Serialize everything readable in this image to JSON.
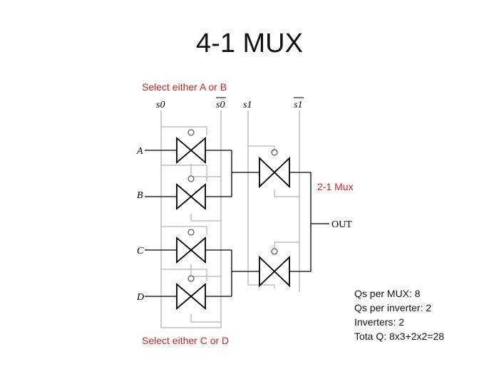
{
  "slide": {
    "title": "4-1 MUX",
    "select_ab": "Select either A or B",
    "select_cd": "Select either C or D",
    "mux_label": "2-1 Mux"
  },
  "signals": {
    "s0": "s0",
    "s0_bar": "s0",
    "s1": "s1",
    "s1_bar": "s1",
    "a": "A",
    "b": "B",
    "c": "C",
    "d": "D",
    "out": "OUT"
  },
  "stats": {
    "line1": "Qs per MUX: 8",
    "line2": "Qs per inverter: 2",
    "line3": "Inverters: 2",
    "line4": "Tota Q: 8x3+2x2=28"
  }
}
